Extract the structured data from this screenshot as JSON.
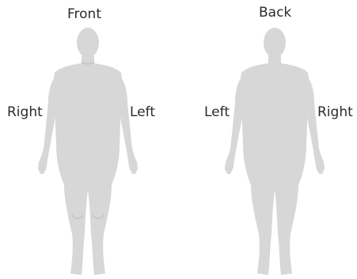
{
  "labels": {
    "front": "Front",
    "back": "Back",
    "front_side_right": "Right",
    "front_side_left": "Left",
    "back_side_left": "Left",
    "back_side_right": "Right"
  },
  "colors": {
    "silhouette": "#d7d7d7",
    "text": "#2b2b2b"
  }
}
